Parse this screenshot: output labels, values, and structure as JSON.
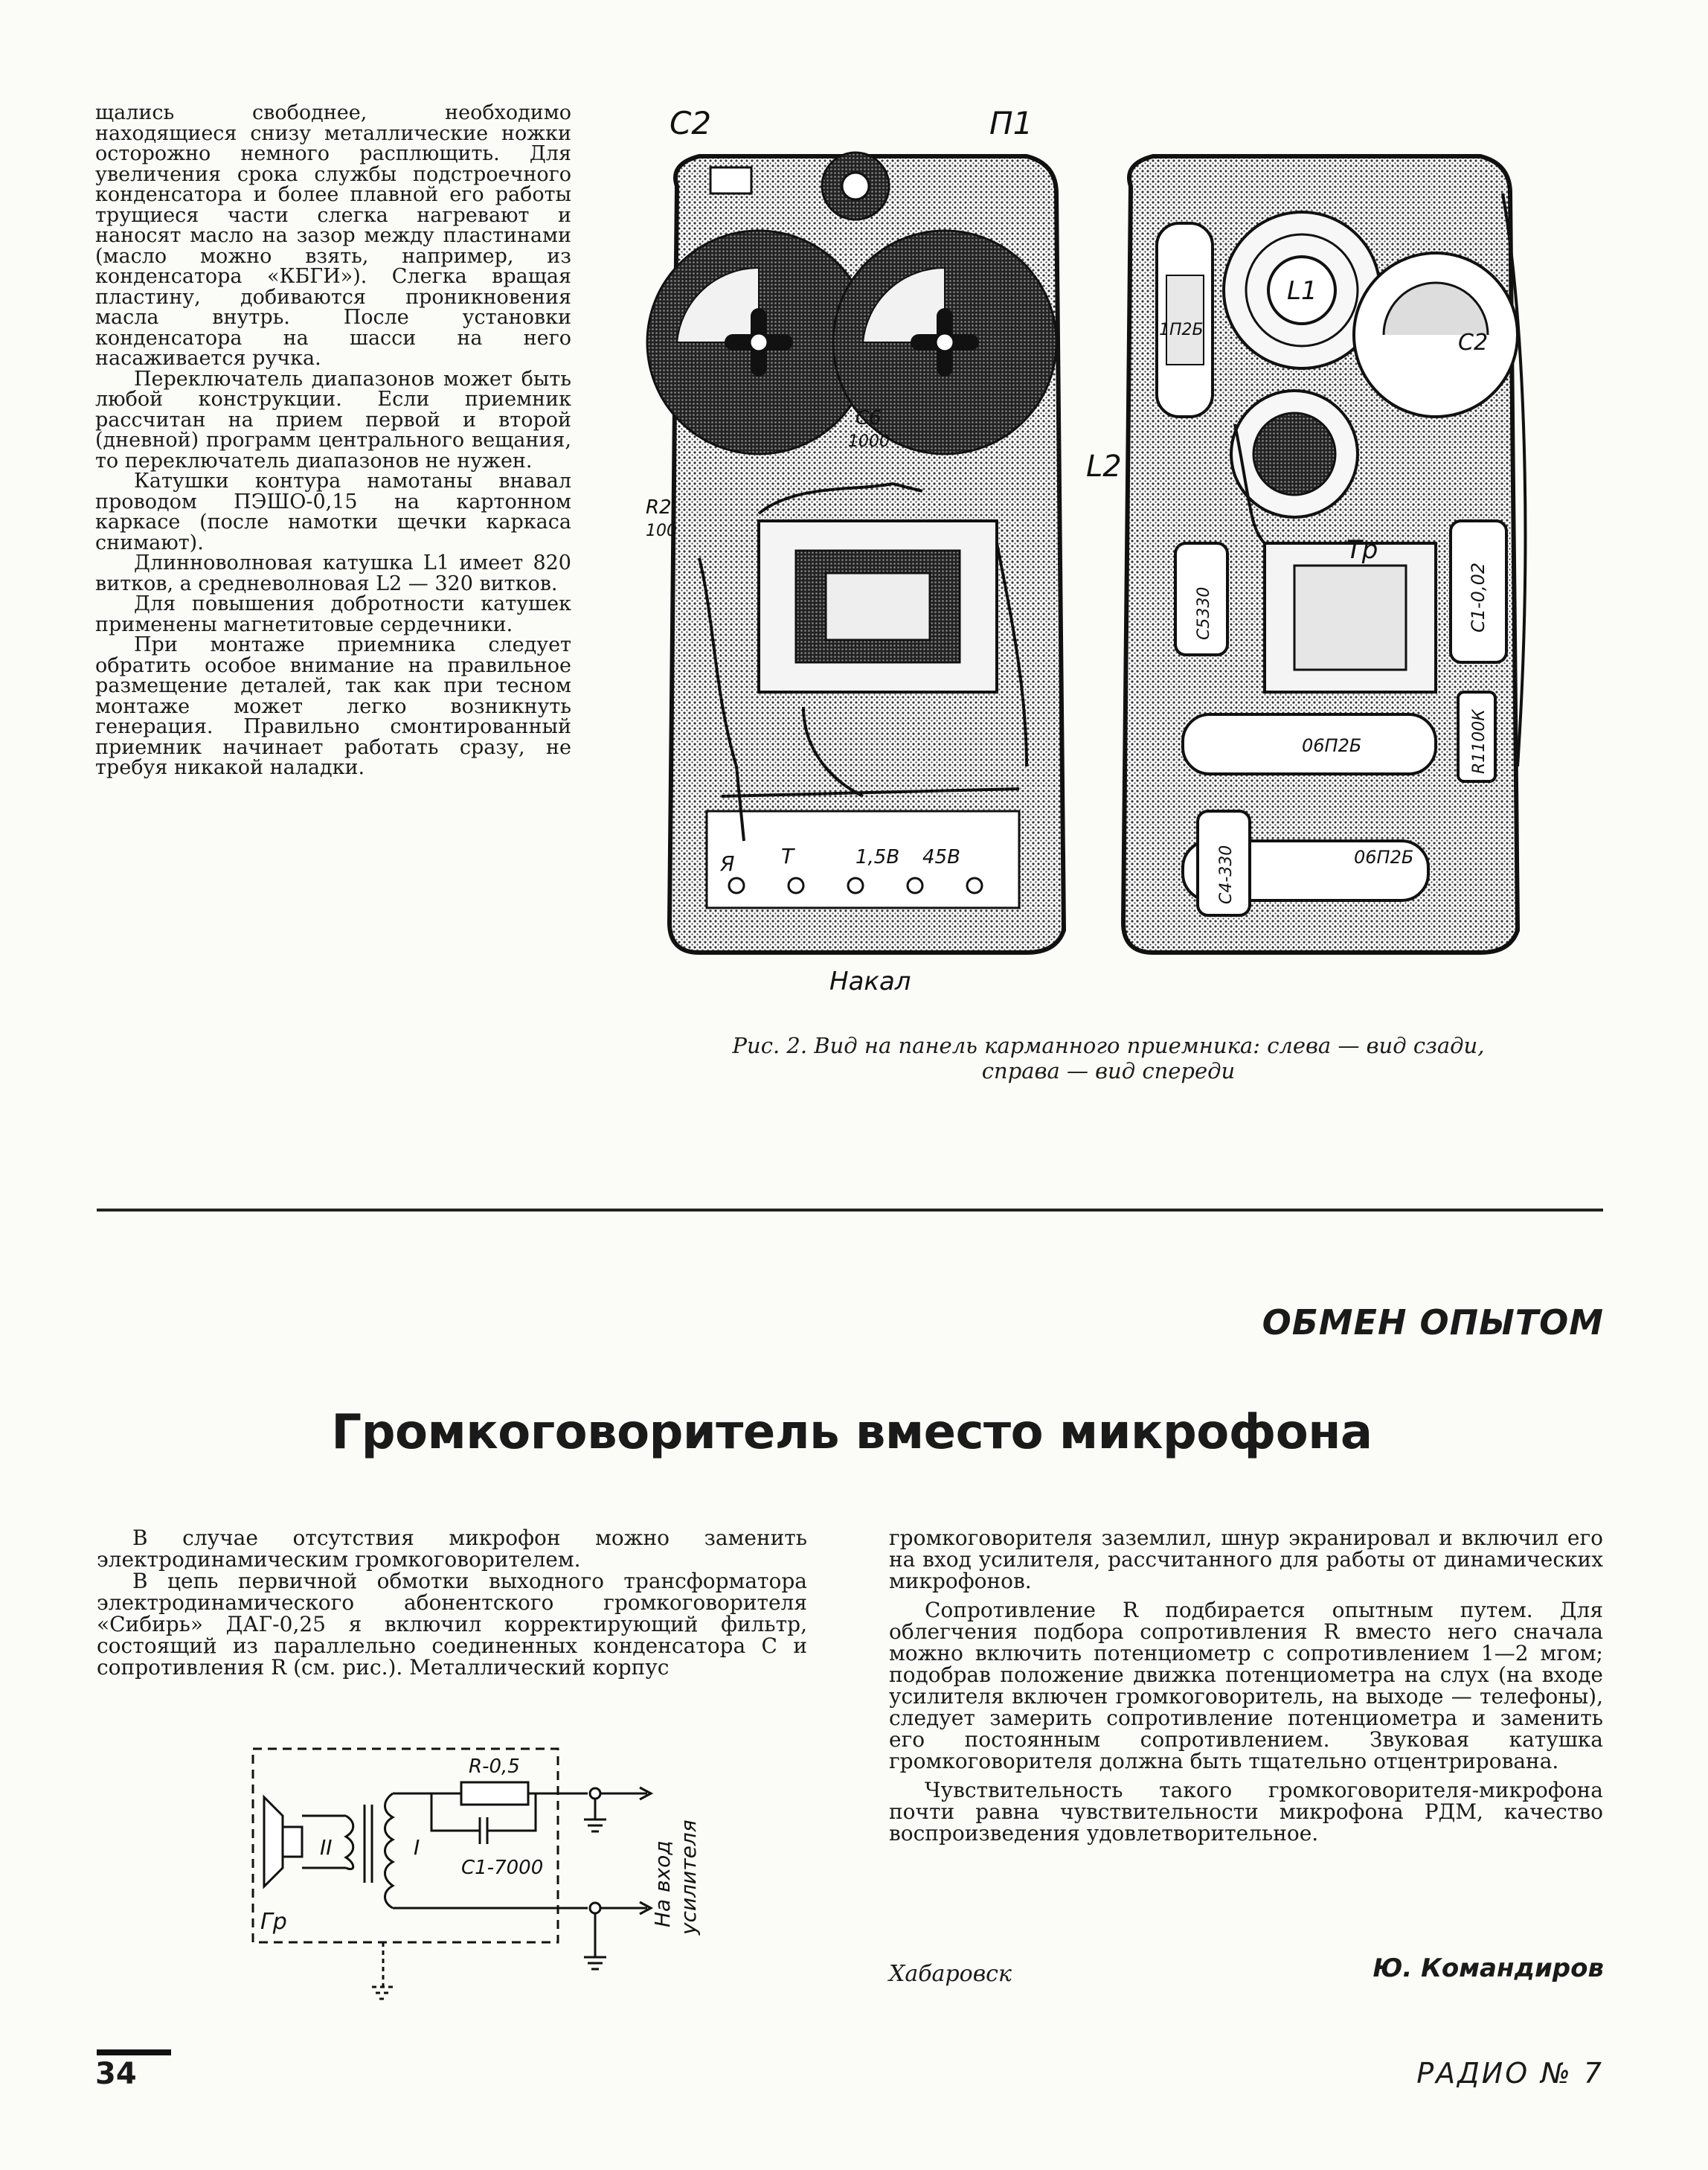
{
  "left_column": {
    "paragraphs": [
      "щались свободнее, необходимо находящиеся снизу металлические ножки осторожно немного расплющить. Для увеличения срока службы подстроечного конденсатора и более плавной его работы трущиеся части слегка нагревают и наносят масло на зазор между пластинами (масло можно взять, например, из конденсатора «КБГИ»). Слегка вращая пластину, добиваются проникновения масла внутрь. После установки конденсатора на шасси на него насаживается ручка.",
      "Переключатель диапазонов может быть любой конструкции. Если приемник рассчитан на прием первой и второй (дневной) программ центрального вещания, то переключатель диапазонов не нужен.",
      "Катушки контура намотаны внавал проводом ПЭШО-0,15 на картонном каркасе (после намотки щечки каркаса снимают).",
      "Длинноволновая катушка L1 имеет 820 витков, а средневолновая L2 — 320 витков.",
      "Для повышения добротности катушек применены магнетитовые сердечники.",
      "При монтаже приемника следует обратить особое внимание на правильное размещение деталей, так как при тесном монтаже может легко возникнуть генерация. Правильно смонтированный приемник начинает работать сразу, не требуя никакой наладки."
    ]
  },
  "figure2": {
    "labels": {
      "c2_top": "C2",
      "p1": "П1",
      "c6": "C6",
      "c6_value": "1000",
      "r2": "R2",
      "r2_value": "100",
      "ya": "Я",
      "t": "Т",
      "v15": "1,5В",
      "v45": "45В",
      "nakal": "Накал",
      "l1": "L1",
      "c2_right": "C2",
      "l2": "L2",
      "tube1": "1П2Б",
      "tr": "Тр",
      "c1": "C1-0,02",
      "c5": "C5330",
      "r1": "R1100К",
      "tube2": "06П2Б",
      "c4": "C4-330",
      "tube3": "06П2Б"
    },
    "caption_line1": "Рис. 2. Вид на панель карманного приемника: слева — вид сзади,",
    "caption_line2": "справа — вид спереди"
  },
  "section_label": "ОБМЕН ОПЫТОМ",
  "article": {
    "title": "Громкоговоритель вместо микрофона",
    "col1": [
      "В случае отсутствия микрофон можно заменить электродинамическим громкоговорителем.",
      "В цепь первичной обмотки выходного трансформатора электродинамического абонентского громкоговорителя «Сибирь» ДАГ-0,25 я включил корректирующий фильтр, состоящий из параллельно соединенных конденсатора C и сопротивления R (см. рис.). Металлический корпус"
    ],
    "col2": [
      "громкоговорителя заземлил, шнур экранировал и включил его на вход усилителя, рассчитанного для работы от динамических микрофонов.",
      "Сопротивление R подбирается опытным путем. Для облегчения подбора сопротивления R вместо него сначала можно включить потенциометр с сопротивлением 1—2 мгом; подобрав положение движка потенциометра на слух (на входе усилителя включен громкоговоритель, на выходе — телефоны), следует замерить сопротивление потенциометра и заменить его постоянным сопротивлением. Звуковая катушка громкоговорителя должна быть тщательно отцентрирована.",
      "Чувствительность такого громкоговорителя-микрофона почти равна чувствительности микрофона РДМ, качество воспроизведения удовлетворительное."
    ],
    "place": "Хабаровск",
    "author": "Ю. Командиров"
  },
  "schematic": {
    "r_label": "R-0,5",
    "c_label": "C1-7000",
    "winding1": "I",
    "winding2": "II",
    "gr": "Гр",
    "input1": "На вход",
    "input2": "усилителя"
  },
  "footer": {
    "page_number": "34",
    "magazine": "РАДИО № 7"
  }
}
